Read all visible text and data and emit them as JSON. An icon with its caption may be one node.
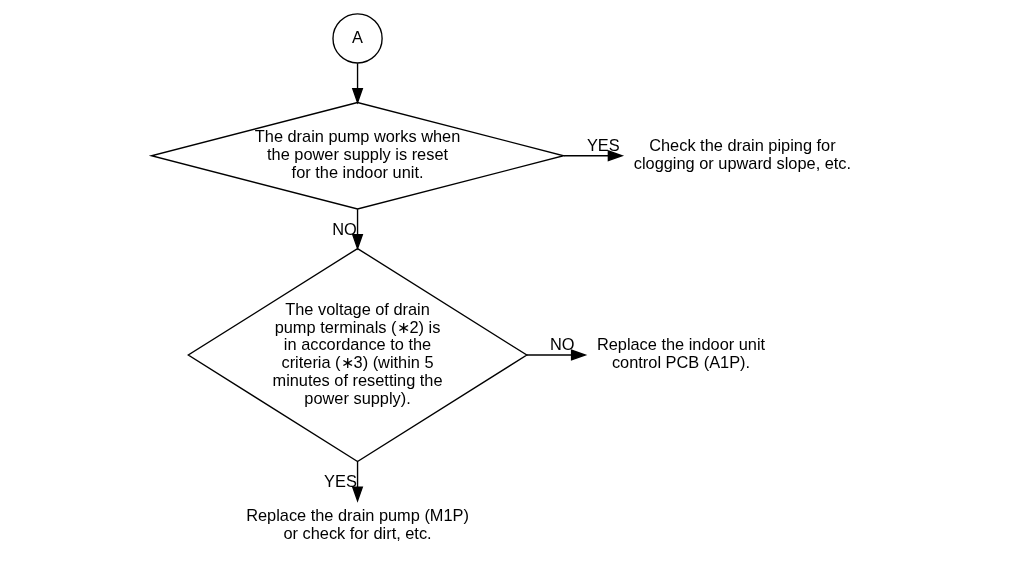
{
  "diagram": {
    "nodes": [
      {
        "text": [
          "A"
        ]
      },
      {
        "text": [
          "The drain pump works when the power supply is reset for the indoor unit."
        ]
      },
      {
        "text": [
          "Check the drain piping for clogging or upward slope, etc."
        ]
      },
      {
        "text": [
          "The voltage of drain pump terminals (∗2) is in accordance to the criteria (∗3) (within 5 minutes of resetting the power supply)."
        ]
      },
      {
        "text": [
          "Replace the indoor unit control PCB (A1P)."
        ]
      },
      {
        "text": [
          "Replace the drain pump (M1P) or check for dirt, etc."
        ]
      }
    ],
    "edges": [
      {
        "from": 0,
        "to": 1,
        "arrow": "to"
      },
      {
        "from": 1,
        "to": 2,
        "label": "YES",
        "arrow": "to"
      },
      {
        "from": 1,
        "to": 3,
        "label": "NO",
        "arrow": "to"
      },
      {
        "from": 3,
        "to": 4,
        "label": "NO",
        "arrow": "to"
      },
      {
        "from": 3,
        "to": 5,
        "label": "YES",
        "arrow": "to"
      }
    ]
  }
}
